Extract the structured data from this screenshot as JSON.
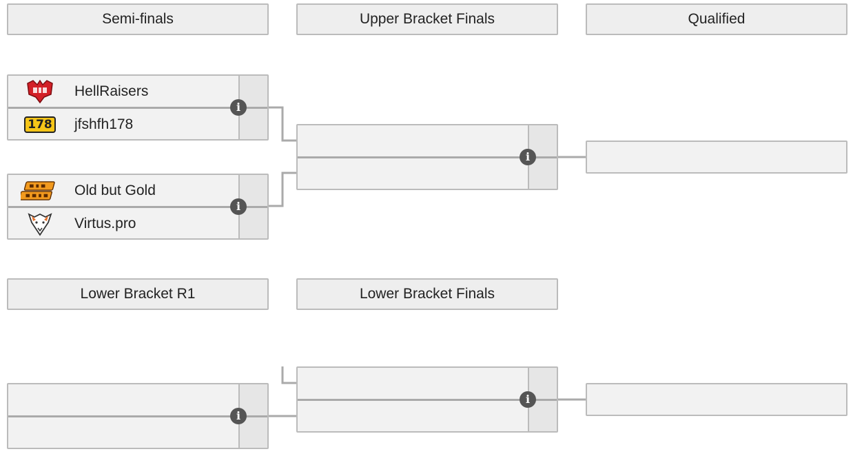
{
  "upper": {
    "headers": {
      "semifinals": "Semi-finals",
      "upper_finals": "Upper Bracket Finals",
      "qualified": "Qualified"
    },
    "semifinal_1": {
      "team_a": {
        "name": "HellRaisers",
        "logo": "hellraisers-logo"
      },
      "team_b": {
        "name": "jfshfh178",
        "logo": "178-badge-logo",
        "badge_text": "178"
      }
    },
    "semifinal_2": {
      "team_a": {
        "name": "Old but Gold",
        "logo": "old-but-gold-logo"
      },
      "team_b": {
        "name": "Virtus.pro",
        "logo": "virtus-pro-logo"
      }
    }
  },
  "lower": {
    "headers": {
      "r1": "Lower Bracket R1",
      "finals": "Lower Bracket Finals"
    }
  },
  "icons": {
    "info": "info-icon",
    "info_glyph": "i"
  },
  "colors": {
    "header_bg": "#eeeeee",
    "match_bg": "#f2f2f2",
    "border": "#bbbbbb",
    "connector": "#aaaaaa",
    "info_icon_bg": "#555555",
    "hellraisers_red": "#d32027",
    "gold_orange": "#f29a1e",
    "badge_yellow": "#f5c518"
  }
}
